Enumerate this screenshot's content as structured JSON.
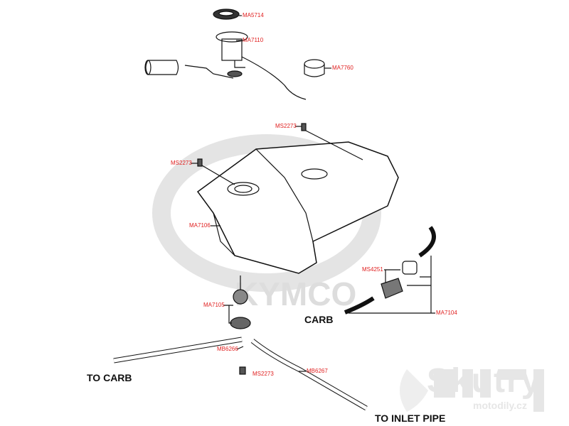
{
  "watermark": {
    "brand": "KYMCO",
    "site": "Skutry",
    "site_sub": "motodily.cz"
  },
  "parts": {
    "ma5714": "MA5714",
    "ma7110": "MA7110",
    "ma7760": "MA7760",
    "ms2273_a": "MS2273",
    "ms2273_b": "MS2273",
    "ms2273_c": "MS2273",
    "ma7106": "MA7106",
    "ms4251": "MS4251",
    "ma7105": "MA7105",
    "ma7104": "MA7104",
    "mb6266": "MB6266",
    "mb6267": "MB6267"
  },
  "annotations": {
    "carb": "CARB",
    "to_carb": "TO CARB",
    "to_inlet_pipe": "TO INLET PIPE"
  },
  "colors": {
    "label": "#e02020",
    "line": "#111111",
    "watermark": "#dddddd"
  }
}
